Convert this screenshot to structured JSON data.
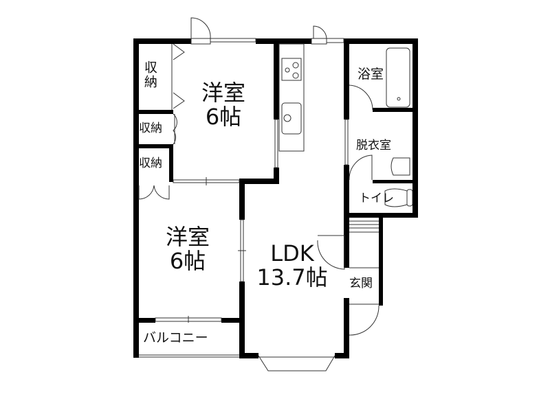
{
  "floorplan": {
    "rooms": {
      "western_room_1": {
        "name": "洋室",
        "size": "6帖"
      },
      "western_room_2": {
        "name": "洋室",
        "size": "6帖"
      },
      "ldk": {
        "name": "LDK",
        "size": "13.7帖"
      },
      "bathroom": {
        "name": "浴室"
      },
      "dressing_room": {
        "name": "脱衣室"
      },
      "toilet": {
        "name": "トイレ"
      },
      "entrance": {
        "name": "玄関"
      },
      "balcony": {
        "name": "バルコニー"
      },
      "storage_1": {
        "name": "収納"
      },
      "storage_2": {
        "name": "収納"
      },
      "storage_3": {
        "name": "収納"
      }
    },
    "colors": {
      "wall": "#000000",
      "line": "#333333",
      "background": "#ffffff"
    }
  }
}
